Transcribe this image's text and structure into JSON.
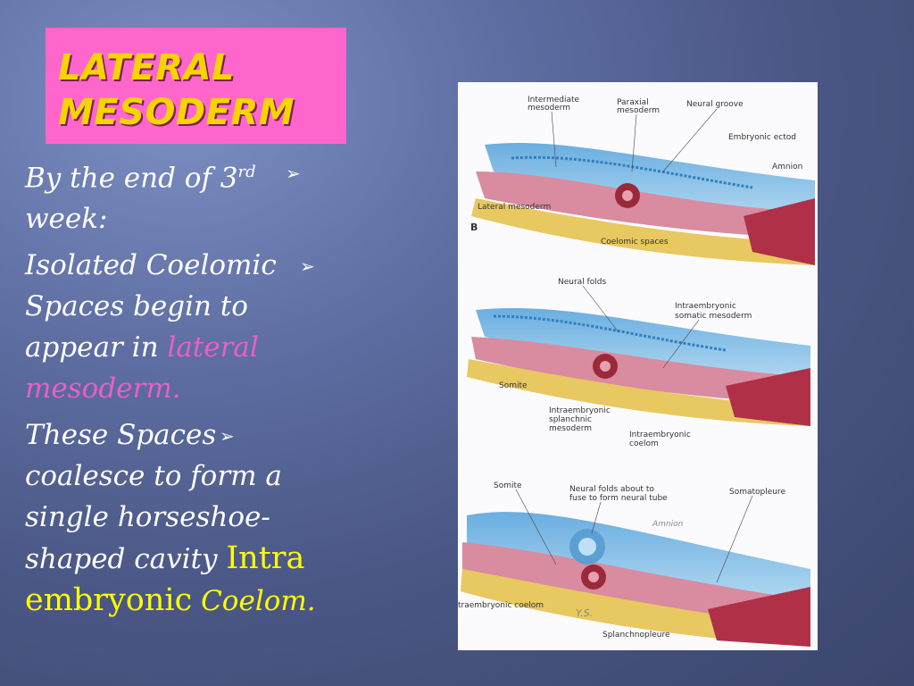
{
  "title": {
    "line1": "LATERAL",
    "line2": "MESODERM"
  },
  "body": {
    "p1_a": "By the end of 3",
    "p1_sup": "rd",
    "p1_b": "week:",
    "p2_a": "Isolated Coelomic",
    "p2_b": "Spaces begin to",
    "p2_c": "appear in ",
    "p2_pink1": "lateral",
    "p2_pink2": "mesoderm.",
    "p3_a": "These Spaces",
    "p3_b": "coalesce to form a",
    "p3_c": "single horseshoe-",
    "p3_d": "shaped cavity ",
    "p3_y1": "Intra",
    "p3_y2": "embryonic",
    "p3_y3": " Coelom.",
    "bullet_glyph": "➢"
  },
  "figure": {
    "panel_b_letter": "B",
    "labels_a": [
      "Intermediate",
      "mesoderm",
      "Paraxial",
      "mesoderm",
      "Neural groove",
      "Embryonic ectod",
      "Amnion",
      "Lateral mesoderm",
      "Coelomic spaces"
    ],
    "labels_b": [
      "Neural folds",
      "Intraembryonic",
      "somatic mesoderm",
      "Somite",
      "Intraembryonic",
      "splanchnic",
      "mesoderm",
      "Intraembryonic",
      "coelom"
    ],
    "labels_c": [
      "Somite",
      "Neural folds about to",
      "fuse to form neural tube",
      "Somatopleure",
      "Amnion",
      "traembryonic coelom",
      "Y.S.",
      "Splanchnopleure"
    ],
    "colors": {
      "ectoderm": "#8fc6e8",
      "mesoderm": "#d98ba0",
      "endoderm": "#e8c860",
      "body": "#b03048"
    }
  }
}
